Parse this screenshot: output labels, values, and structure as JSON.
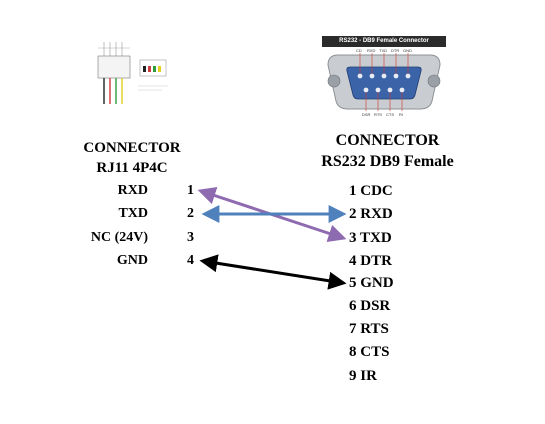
{
  "left": {
    "header_line1": "CONNECTOR",
    "header_line2": "RJ11 4P4C",
    "pins": [
      {
        "label": "RXD",
        "num": "1"
      },
      {
        "label": "TXD",
        "num": "2"
      },
      {
        "label": "NC (24V)",
        "num": "3"
      },
      {
        "label": "GND",
        "num": "4"
      }
    ]
  },
  "right": {
    "image_title": "RS232 - DB9 Female Connector",
    "header_line1": "CONNECTOR",
    "header_line2": "RS232 DB9 Female",
    "pins": [
      {
        "num": "1",
        "label": "CDC"
      },
      {
        "num": "2",
        "label": "RXD"
      },
      {
        "num": "3",
        "label": "TXD"
      },
      {
        "num": "4",
        "label": "DTR"
      },
      {
        "num": "5",
        "label": "GND"
      },
      {
        "num": "6",
        "label": "DSR"
      },
      {
        "num": "7",
        "label": "RTS"
      },
      {
        "num": "8",
        "label": "CTS"
      },
      {
        "num": "9",
        "label": "IR"
      }
    ],
    "db9_top_labels": [
      "CD",
      "RXD",
      "TXD",
      "DTR",
      "GND"
    ],
    "db9_bottom_labels": [
      "DSR",
      "RTS",
      "CTS",
      "RI"
    ]
  },
  "connections": [
    {
      "from": "1",
      "to": "3",
      "color": "#8e6bb0"
    },
    {
      "from": "2",
      "to": "2",
      "color": "#4f81bd"
    },
    {
      "from": "4",
      "to": "5",
      "color": "#000000"
    }
  ]
}
